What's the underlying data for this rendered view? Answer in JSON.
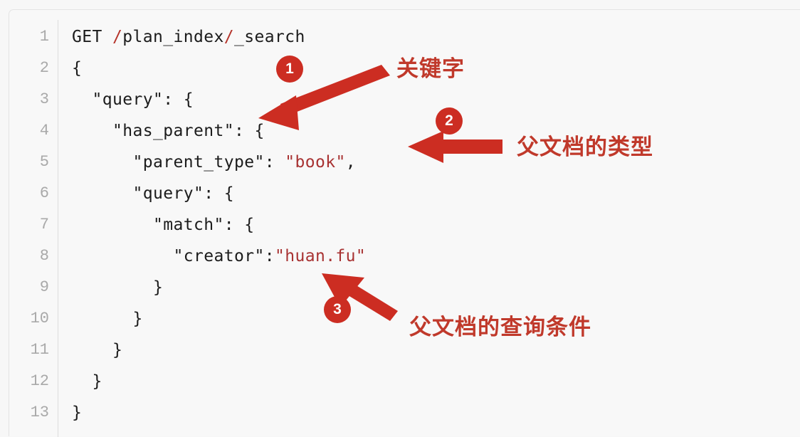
{
  "theme": {
    "page_background": "#f7f7f7",
    "panel_background": "#f8f8f8",
    "line_number_color": "#a9a9a9",
    "code_color": "#1c1c1c",
    "string_color": "#a83232",
    "annotation_red": "#c0392b",
    "badge_red": "#cc2d22"
  },
  "code": {
    "language": "json",
    "request_method": "GET",
    "request_path": "/plan_index/_search",
    "lines": [
      {
        "number": "1",
        "text": "GET /plan_index/_search"
      },
      {
        "number": "2",
        "text": "{"
      },
      {
        "number": "3",
        "text": "  \"query\": {"
      },
      {
        "number": "4",
        "text": "    \"has_parent\": {"
      },
      {
        "number": "5",
        "text": "      \"parent_type\": \"book\","
      },
      {
        "number": "6",
        "text": "      \"query\": {"
      },
      {
        "number": "7",
        "text": "        \"match\": {"
      },
      {
        "number": "8",
        "text": "          \"creator\":\"huan.fu\""
      },
      {
        "number": "9",
        "text": "        }"
      },
      {
        "number": "10",
        "text": "      }"
      },
      {
        "number": "11",
        "text": "    }"
      },
      {
        "number": "12",
        "text": "  }"
      },
      {
        "number": "13",
        "text": "}"
      }
    ]
  },
  "annotations": [
    {
      "badge": "1",
      "label": "关键字",
      "target_line": "4",
      "target_token": "has_parent"
    },
    {
      "badge": "2",
      "label": "父文档的类型",
      "target_line": "5",
      "target_token": "\"book\""
    },
    {
      "badge": "3",
      "label": "父文档的查询条件",
      "target_line": "8",
      "target_token": "\"huan.fu\""
    }
  ]
}
